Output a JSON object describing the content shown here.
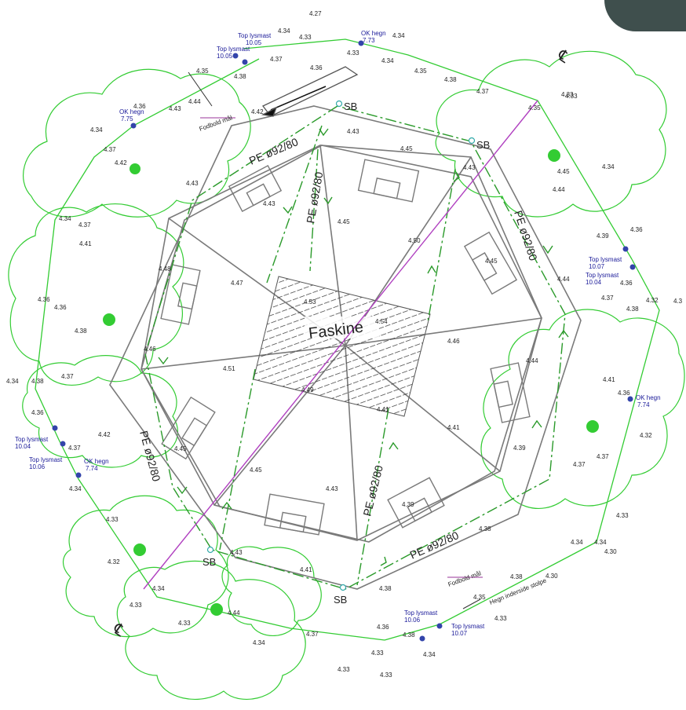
{
  "labels": {
    "faskine": "Faskine",
    "sb": "SB",
    "pipe": "PE ø92/80",
    "fodbold_maal": "Fodbold mål",
    "hegn": "Hegn inderside stolpe",
    "cl": "℄"
  },
  "colors": {
    "tree": "#33cc33",
    "fence": "#33cc33",
    "pipe": "#2a9a2a",
    "diagonal": "#b040c0",
    "structure": "#7a7a7a",
    "text": "#222222",
    "marker_text": "#1a1a99",
    "magenta": "#993399",
    "badge": "#3f4f4d"
  },
  "markers": [
    {
      "title": "Top lysmast",
      "value": "10.05"
    },
    {
      "title": "Top lysmast",
      "value": "10.05"
    },
    {
      "title": "OK hegn",
      "value": "7.73"
    },
    {
      "title": "OK hegn",
      "value": "7.75"
    },
    {
      "title": "Top lysmast",
      "value": "10.07"
    },
    {
      "title": "Top lysmast",
      "value": "10.04"
    },
    {
      "title": "OK hegn",
      "value": "7.74"
    },
    {
      "title": "Top lysmast",
      "value": "10.04"
    },
    {
      "title": "Top lysmast",
      "value": "10.06"
    },
    {
      "title": "OK hegn",
      "value": "7.74"
    },
    {
      "title": "Top lysmast",
      "value": "10.06"
    },
    {
      "title": "Top lysmast",
      "value": "10.07"
    }
  ],
  "elevations": [
    "4.27",
    "4.34",
    "4.33",
    "4.37",
    "4.33",
    "4.34",
    "4.38",
    "4.36",
    "4.34",
    "4.35",
    "4.35",
    "4.38",
    "4.37",
    "4.36",
    "4.33",
    "4.44",
    "4.43",
    "4.42",
    "4.34",
    "4.37",
    "4.42",
    "4.43",
    "4.43",
    "4.43",
    "4.45",
    "4.43",
    "4.35",
    "4.45",
    "4.34",
    "4.44",
    "4.34",
    "4.37",
    "4.41",
    "4.45",
    "4.50",
    "4.39",
    "4.36",
    "4.45",
    "4.36",
    "4.48",
    "4.47",
    "4.53",
    "4.54",
    "4.44",
    "4.37",
    "4.32",
    "4.3",
    "4.36",
    "4.36",
    "4.38",
    "4.38",
    "4.46",
    "4.46",
    "4.44",
    "4.41",
    "4.34",
    "4.38",
    "4.37",
    "4.51",
    "4.49",
    "4.41",
    "4.36",
    "4.36",
    "4.42",
    "4.37",
    "4.45",
    "4.41",
    "4.32",
    "4.37",
    "4.37",
    "4.34",
    "4.45",
    "4.43",
    "4.39",
    "4.33",
    "4.39",
    "4.38",
    "4.33",
    "4.34",
    "4.30",
    "4.32",
    "4.43",
    "4.41",
    "4.38",
    "4.30",
    "4.34",
    "4.34",
    "4.44",
    "4.38",
    "4.35",
    "4.33",
    "4.33",
    "4.36",
    "4.38",
    "4.34",
    "4.37",
    "4.34",
    "4.33",
    "4.33",
    "4.33",
    "4.33",
    "4.33"
  ]
}
